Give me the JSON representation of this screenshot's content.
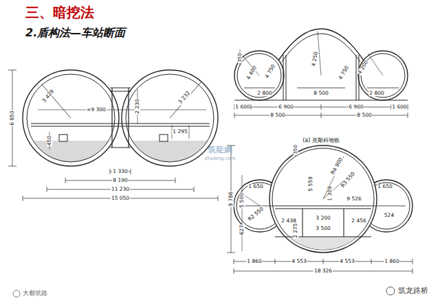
{
  "diagram": {
    "title": "三、暗挖法",
    "labels": [
      "2.盾构法—车站断面",
      "3 429",
      "≈9 300",
      "2 230",
      "3 232",
      "1 295",
      "450",
      "1 330",
      "8 190",
      "11 230",
      "15 050",
      "6 850",
      "350",
      "4 400",
      "4 750",
      "4 250",
      "4 750",
      "4 200",
      "2 800",
      "8 500",
      "2 800",
      "1 600",
      "6 900",
      "6 900",
      "1 600",
      "8 500",
      "8 500",
      "(a) 莫斯科地铁",
      "350",
      "R4 900",
      "R3 550",
      "R2 550",
      "1 650",
      "1 650",
      "5 559",
      "9 526",
      "1 309",
      "2 438",
      "3 200",
      "2 456",
      "3 500",
      "2 275",
      "524",
      "9 786",
      "5 500",
      "627",
      "1 860",
      "4 553",
      "4 553",
      "1 860",
      "18 326",
      "筑龍網",
      "zhulong.com",
      "大都筑路",
      "筑龙路桥"
    ]
  }
}
